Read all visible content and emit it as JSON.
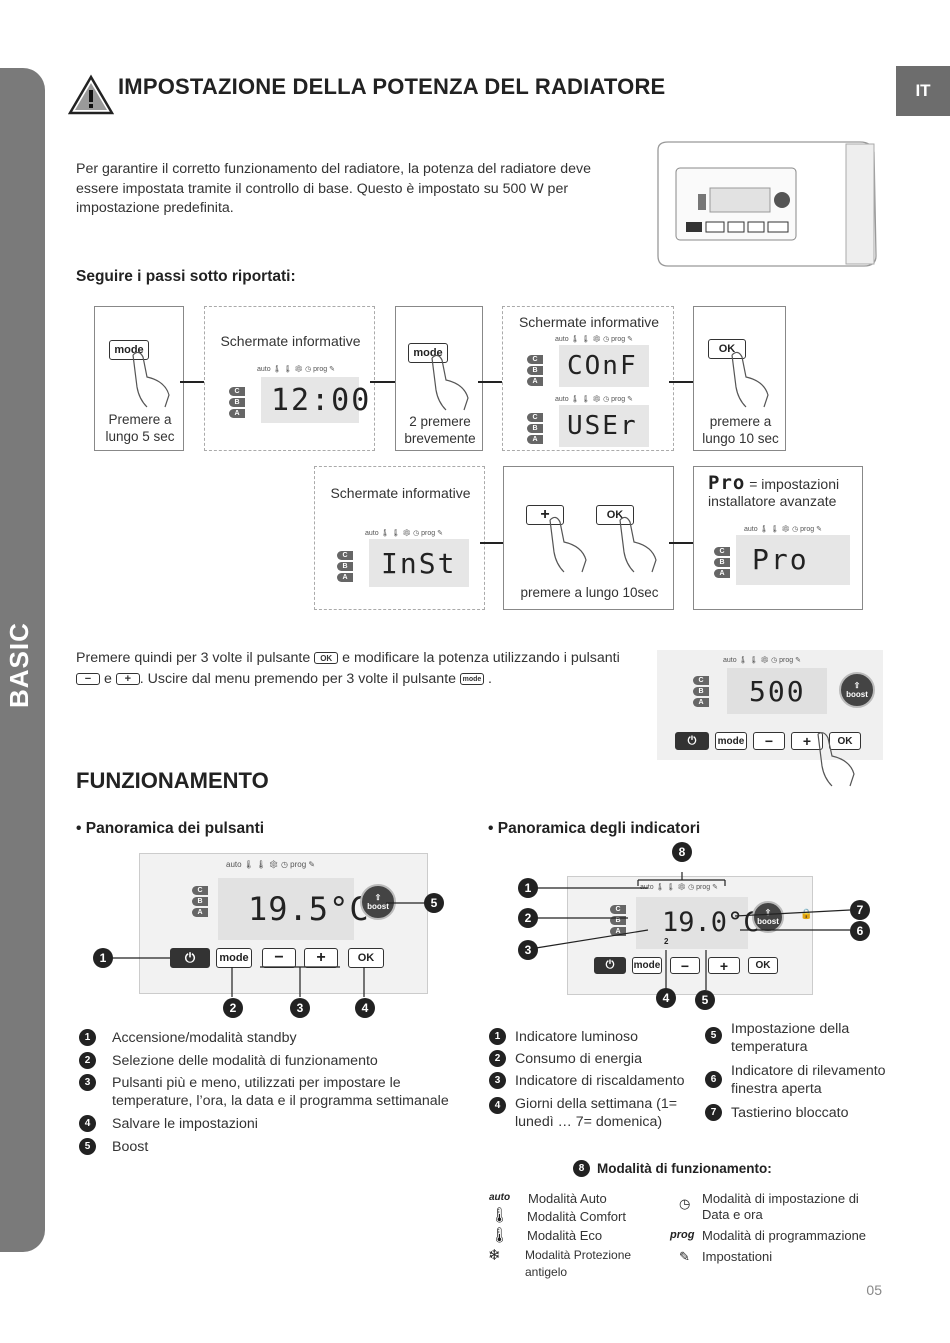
{
  "sidebar": {
    "label": "BASIC"
  },
  "lang": "IT",
  "section1": {
    "title": "IMPOSTAZIONE DELLA POTENZA DEL RADIATORE",
    "intro": "Per garantire il corretto funzionamento del radiatore, la potenza del radiatore deve essere impostata tramite il controllo di base. Questo è impostato su 500 W per impostazione predefinita.",
    "steps_heading": "Seguire i passi sotto riportati:"
  },
  "steps": {
    "s1": {
      "button": "mode",
      "caption": "Premere a lungo 5 sec"
    },
    "s2": {
      "label": "Schermate informative",
      "display": "12:00"
    },
    "s3": {
      "button": "mode",
      "caption": "2 premere brevemente"
    },
    "s4": {
      "label": "Schermate informative",
      "display1": "COnF",
      "display2": "USEr"
    },
    "s5": {
      "button": "OK",
      "caption": "premere a lungo 10 sec"
    },
    "s6": {
      "label": "Schermate informative",
      "display": "InSt"
    },
    "s7": {
      "btn_plus": "+",
      "btn_ok": "OK",
      "caption": "premere a lungo 10sec"
    },
    "s8": {
      "pro": "Pro",
      "label": "= impostazioni installatore avanzate",
      "display": "Pro"
    }
  },
  "instruction": {
    "part1": "Premere quindi per 3 volte il pulsante",
    "ok": "OK",
    "part2": "e modificare la potenza utilizzando i pulsanti",
    "minus": "−",
    "and": "e",
    "plus": "+",
    "part3": ". Uscire dal menu premendo per 3 volte il pulsante",
    "mode": "mode",
    "end": "."
  },
  "power_display": {
    "value": "500"
  },
  "section2": {
    "title": "FUNZIONAMENTO",
    "buttons_heading": "• Panoramica dei pulsanti",
    "indicators_heading": "• Panoramica degli indicatori"
  },
  "icons_strip": {
    "auto": "auto",
    "prog": "prog"
  },
  "cba": [
    "C",
    "B",
    "A"
  ],
  "panel_buttons": {
    "mode": "mode",
    "minus": "−",
    "plus": "+",
    "ok": "OK",
    "boost": "boost"
  },
  "panel1": {
    "display": "19.5°C"
  },
  "panel2": {
    "display": "19.0°C",
    "day": "2"
  },
  "buttons_legend": [
    {
      "n": "1",
      "text": "Accensione/modalità standby"
    },
    {
      "n": "2",
      "text": "Selezione delle modalità di funzionamento"
    },
    {
      "n": "3",
      "text": "Pulsanti più e meno, utilizzati per impostare le temperature, l’ora, la data e il programma settimanale"
    },
    {
      "n": "4",
      "text": "Salvare le impostazioni"
    },
    {
      "n": "5",
      "text": "Boost"
    }
  ],
  "indicators_legend_left": [
    {
      "n": "1",
      "text": "Indicatore luminoso"
    },
    {
      "n": "2",
      "text": "Consumo di energia"
    },
    {
      "n": "3",
      "text": "Indicatore di riscaldamento"
    },
    {
      "n": "4",
      "text": "Giorni della settimana (1= lunedì … 7= domenica)"
    }
  ],
  "indicators_legend_right": [
    {
      "n": "5",
      "text": "Impostazione della temperatura"
    },
    {
      "n": "6",
      "text": "Indicatore di rilevamento finestra aperta"
    },
    {
      "n": "7",
      "text": "Tastierino bloccato"
    }
  ],
  "modes": {
    "n": "8",
    "heading": "Modalità di funzionamento:",
    "left": [
      {
        "icon": "auto",
        "text": "Modalità Auto"
      },
      {
        "icon": "",
        "text": "Modalità Comfort"
      },
      {
        "icon": "",
        "text": "Modalità Eco"
      },
      {
        "icon": "",
        "text": "Modalità Protezione antigelo"
      }
    ],
    "right": [
      {
        "icon": "",
        "text": "Modalità di impostazione di Data e ora"
      },
      {
        "icon": "prog",
        "text": "Modalità di programmazione"
      },
      {
        "icon": "",
        "text": "Impostationi"
      }
    ]
  },
  "page_number": "05"
}
